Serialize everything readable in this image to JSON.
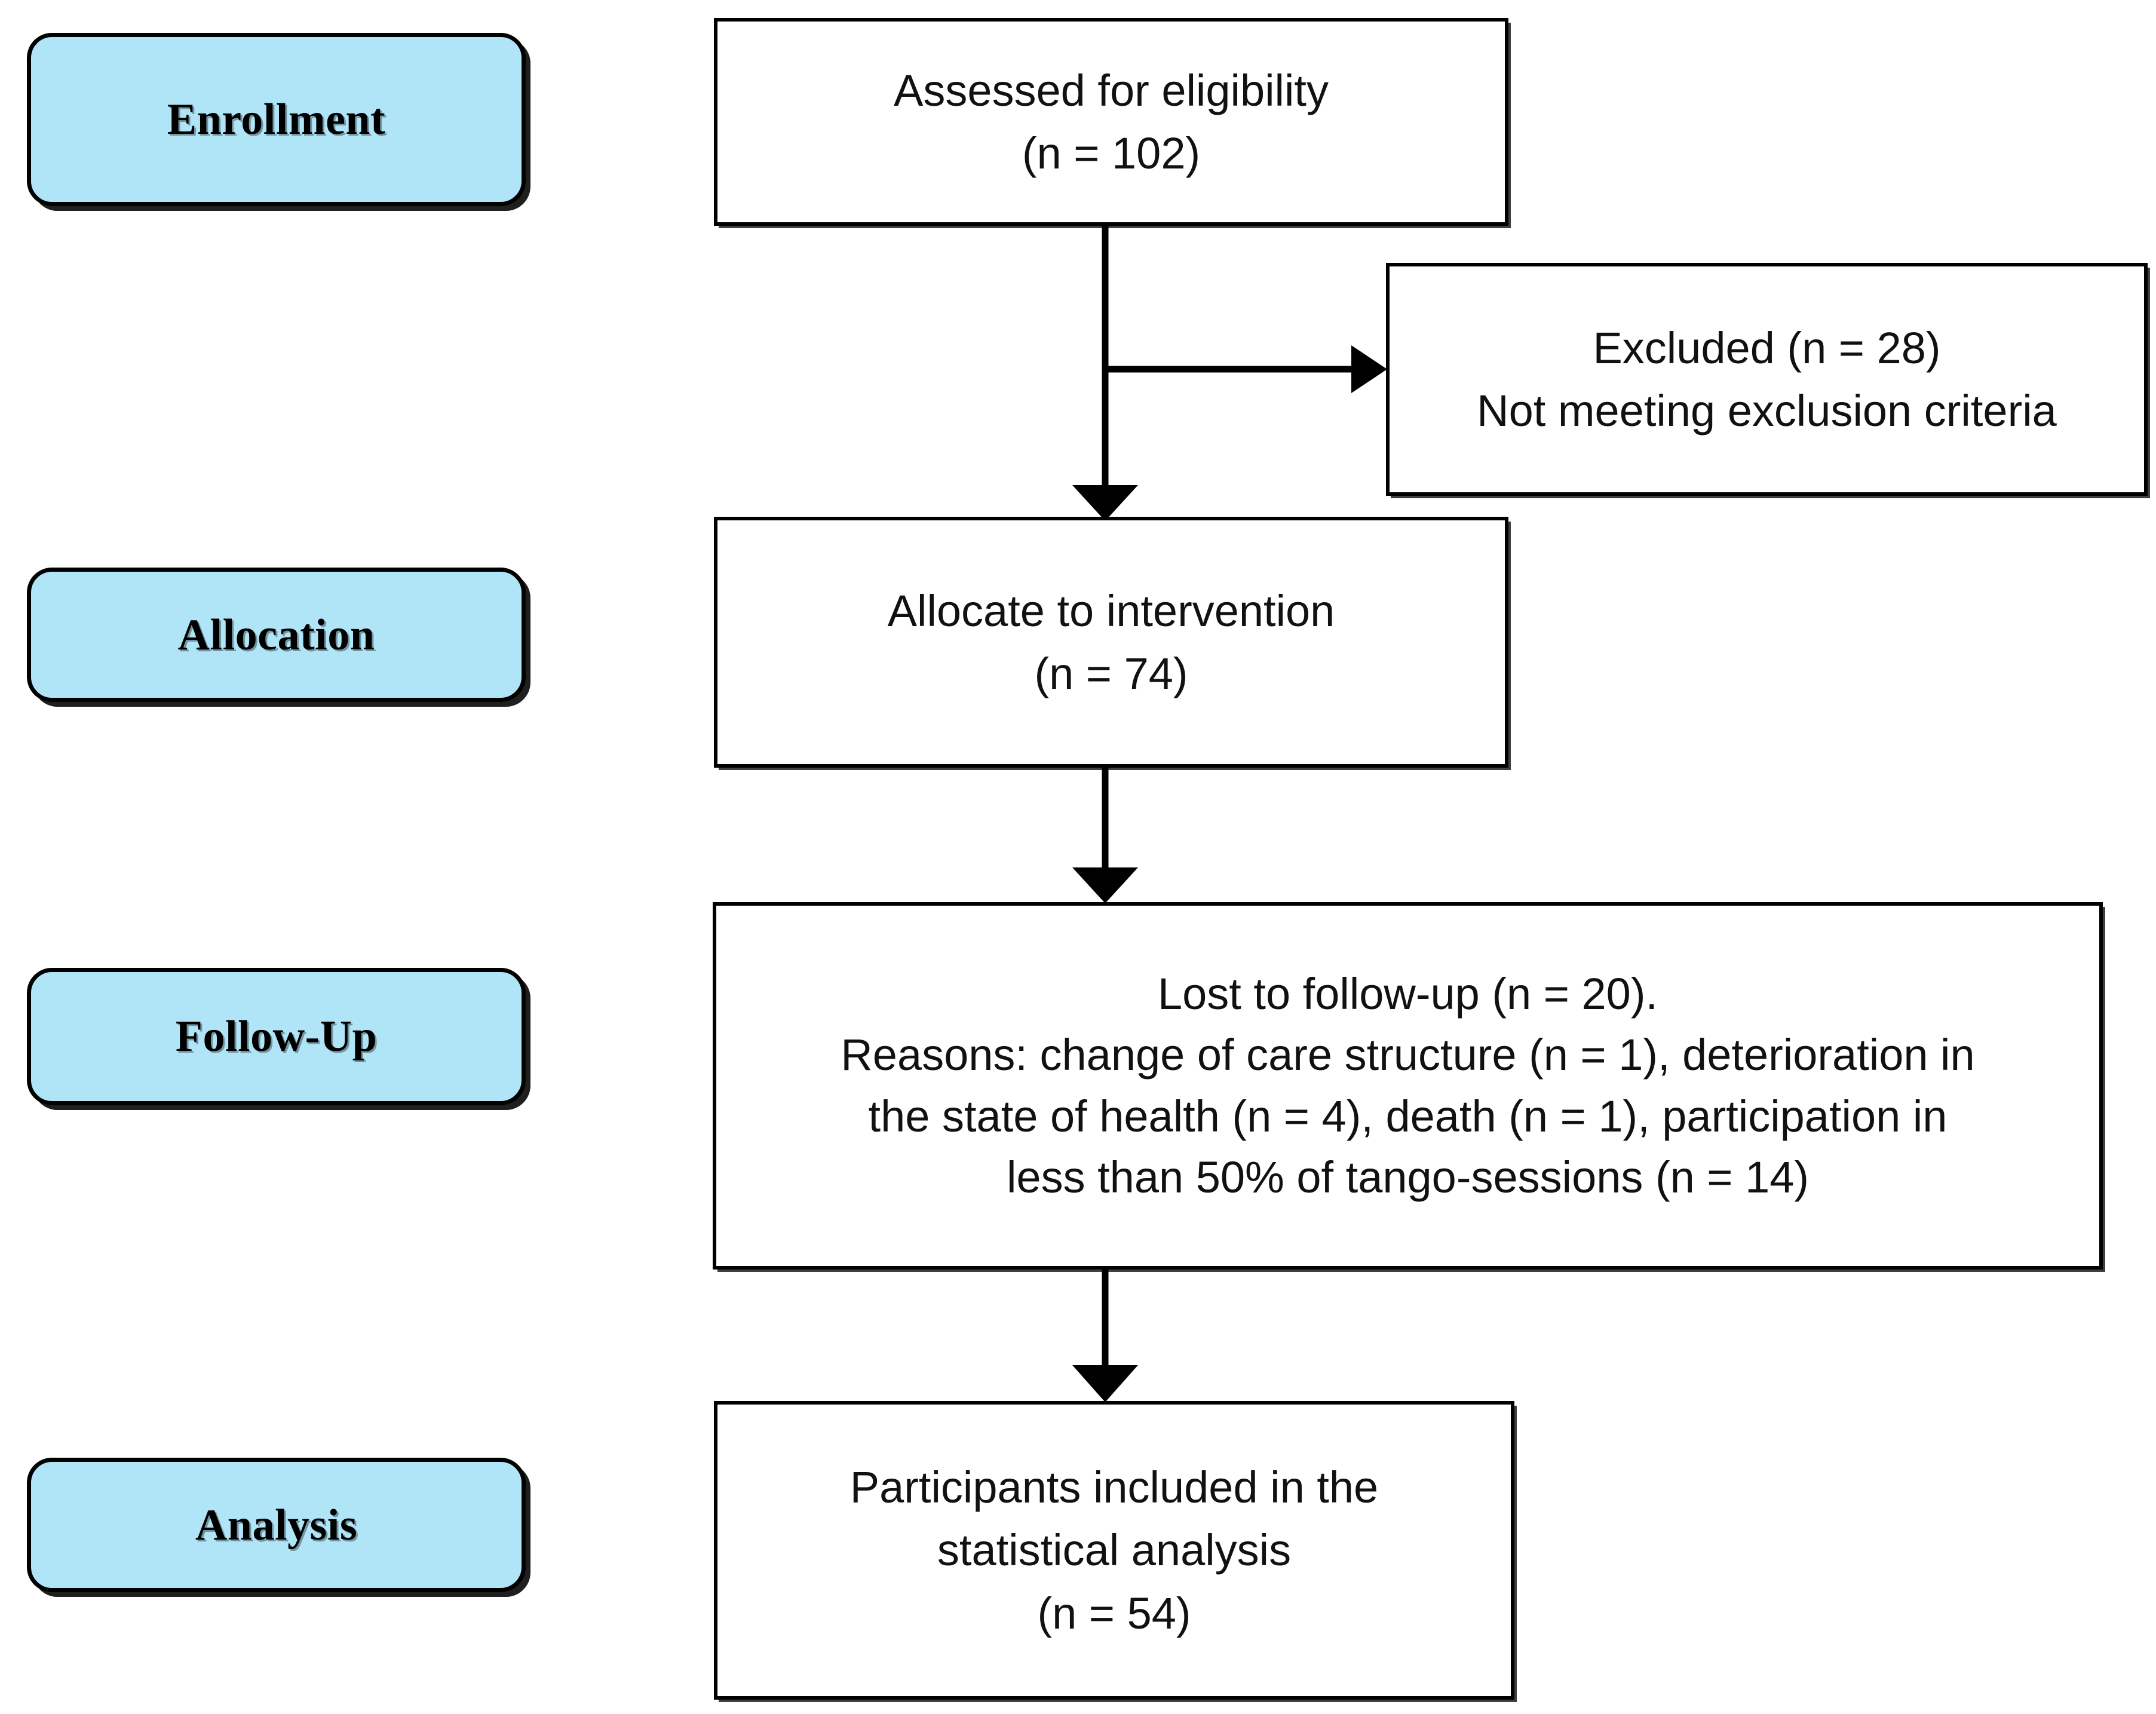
{
  "diagram": {
    "type": "consort-flow-diagram",
    "title": "",
    "background_color": "#ffffff",
    "stage_label_color": "#b0e4f7",
    "border_color": "#000000"
  },
  "stages": [
    {
      "id": "enrollment",
      "label": "Enrollment"
    },
    {
      "id": "allocation",
      "label": "Allocation"
    },
    {
      "id": "followup",
      "label": "Follow-Up"
    },
    {
      "id": "analysis",
      "label": "Analysis"
    }
  ],
  "boxes": {
    "assessed": {
      "line1": "Assessed for eligibility",
      "line2": "(n = 102)",
      "n": 102
    },
    "excluded": {
      "line1": "Excluded (n = 28)",
      "line2": "Not meeting exclusion criteria",
      "n": 28
    },
    "allocate": {
      "line1": "Allocate to intervention",
      "line2": "(n = 74)",
      "n": 74
    },
    "followup": {
      "line1": "Lost to follow-up (n = 20).",
      "line2": "Reasons: change of care structure (n = 1), deterioration in",
      "line3": "the state of health (n = 4), death (n = 1), participation in",
      "line4": "less than 50% of tango-sessions (n = 14)",
      "n": 20,
      "reasons": [
        {
          "reason": "change of care structure",
          "n": 1
        },
        {
          "reason": "deterioration in the state of health",
          "n": 4
        },
        {
          "reason": "death",
          "n": 1
        },
        {
          "reason": "participation in less than 50% of tango-sessions",
          "n": 14
        }
      ]
    },
    "analysis": {
      "line1": "Participants included in the",
      "line2": "statistical analysis",
      "line3": "(n = 54)",
      "n": 54
    }
  },
  "connectors": [
    {
      "id": "assessed-to-allocate",
      "from": "assessed",
      "to": "allocate",
      "direction": "down"
    },
    {
      "id": "assessed-to-excluded",
      "from": "assessed",
      "to": "excluded",
      "direction": "right"
    },
    {
      "id": "allocate-to-followup",
      "from": "allocate",
      "to": "followup",
      "direction": "down"
    },
    {
      "id": "followup-to-analysis",
      "from": "followup",
      "to": "analysis",
      "direction": "down"
    }
  ]
}
